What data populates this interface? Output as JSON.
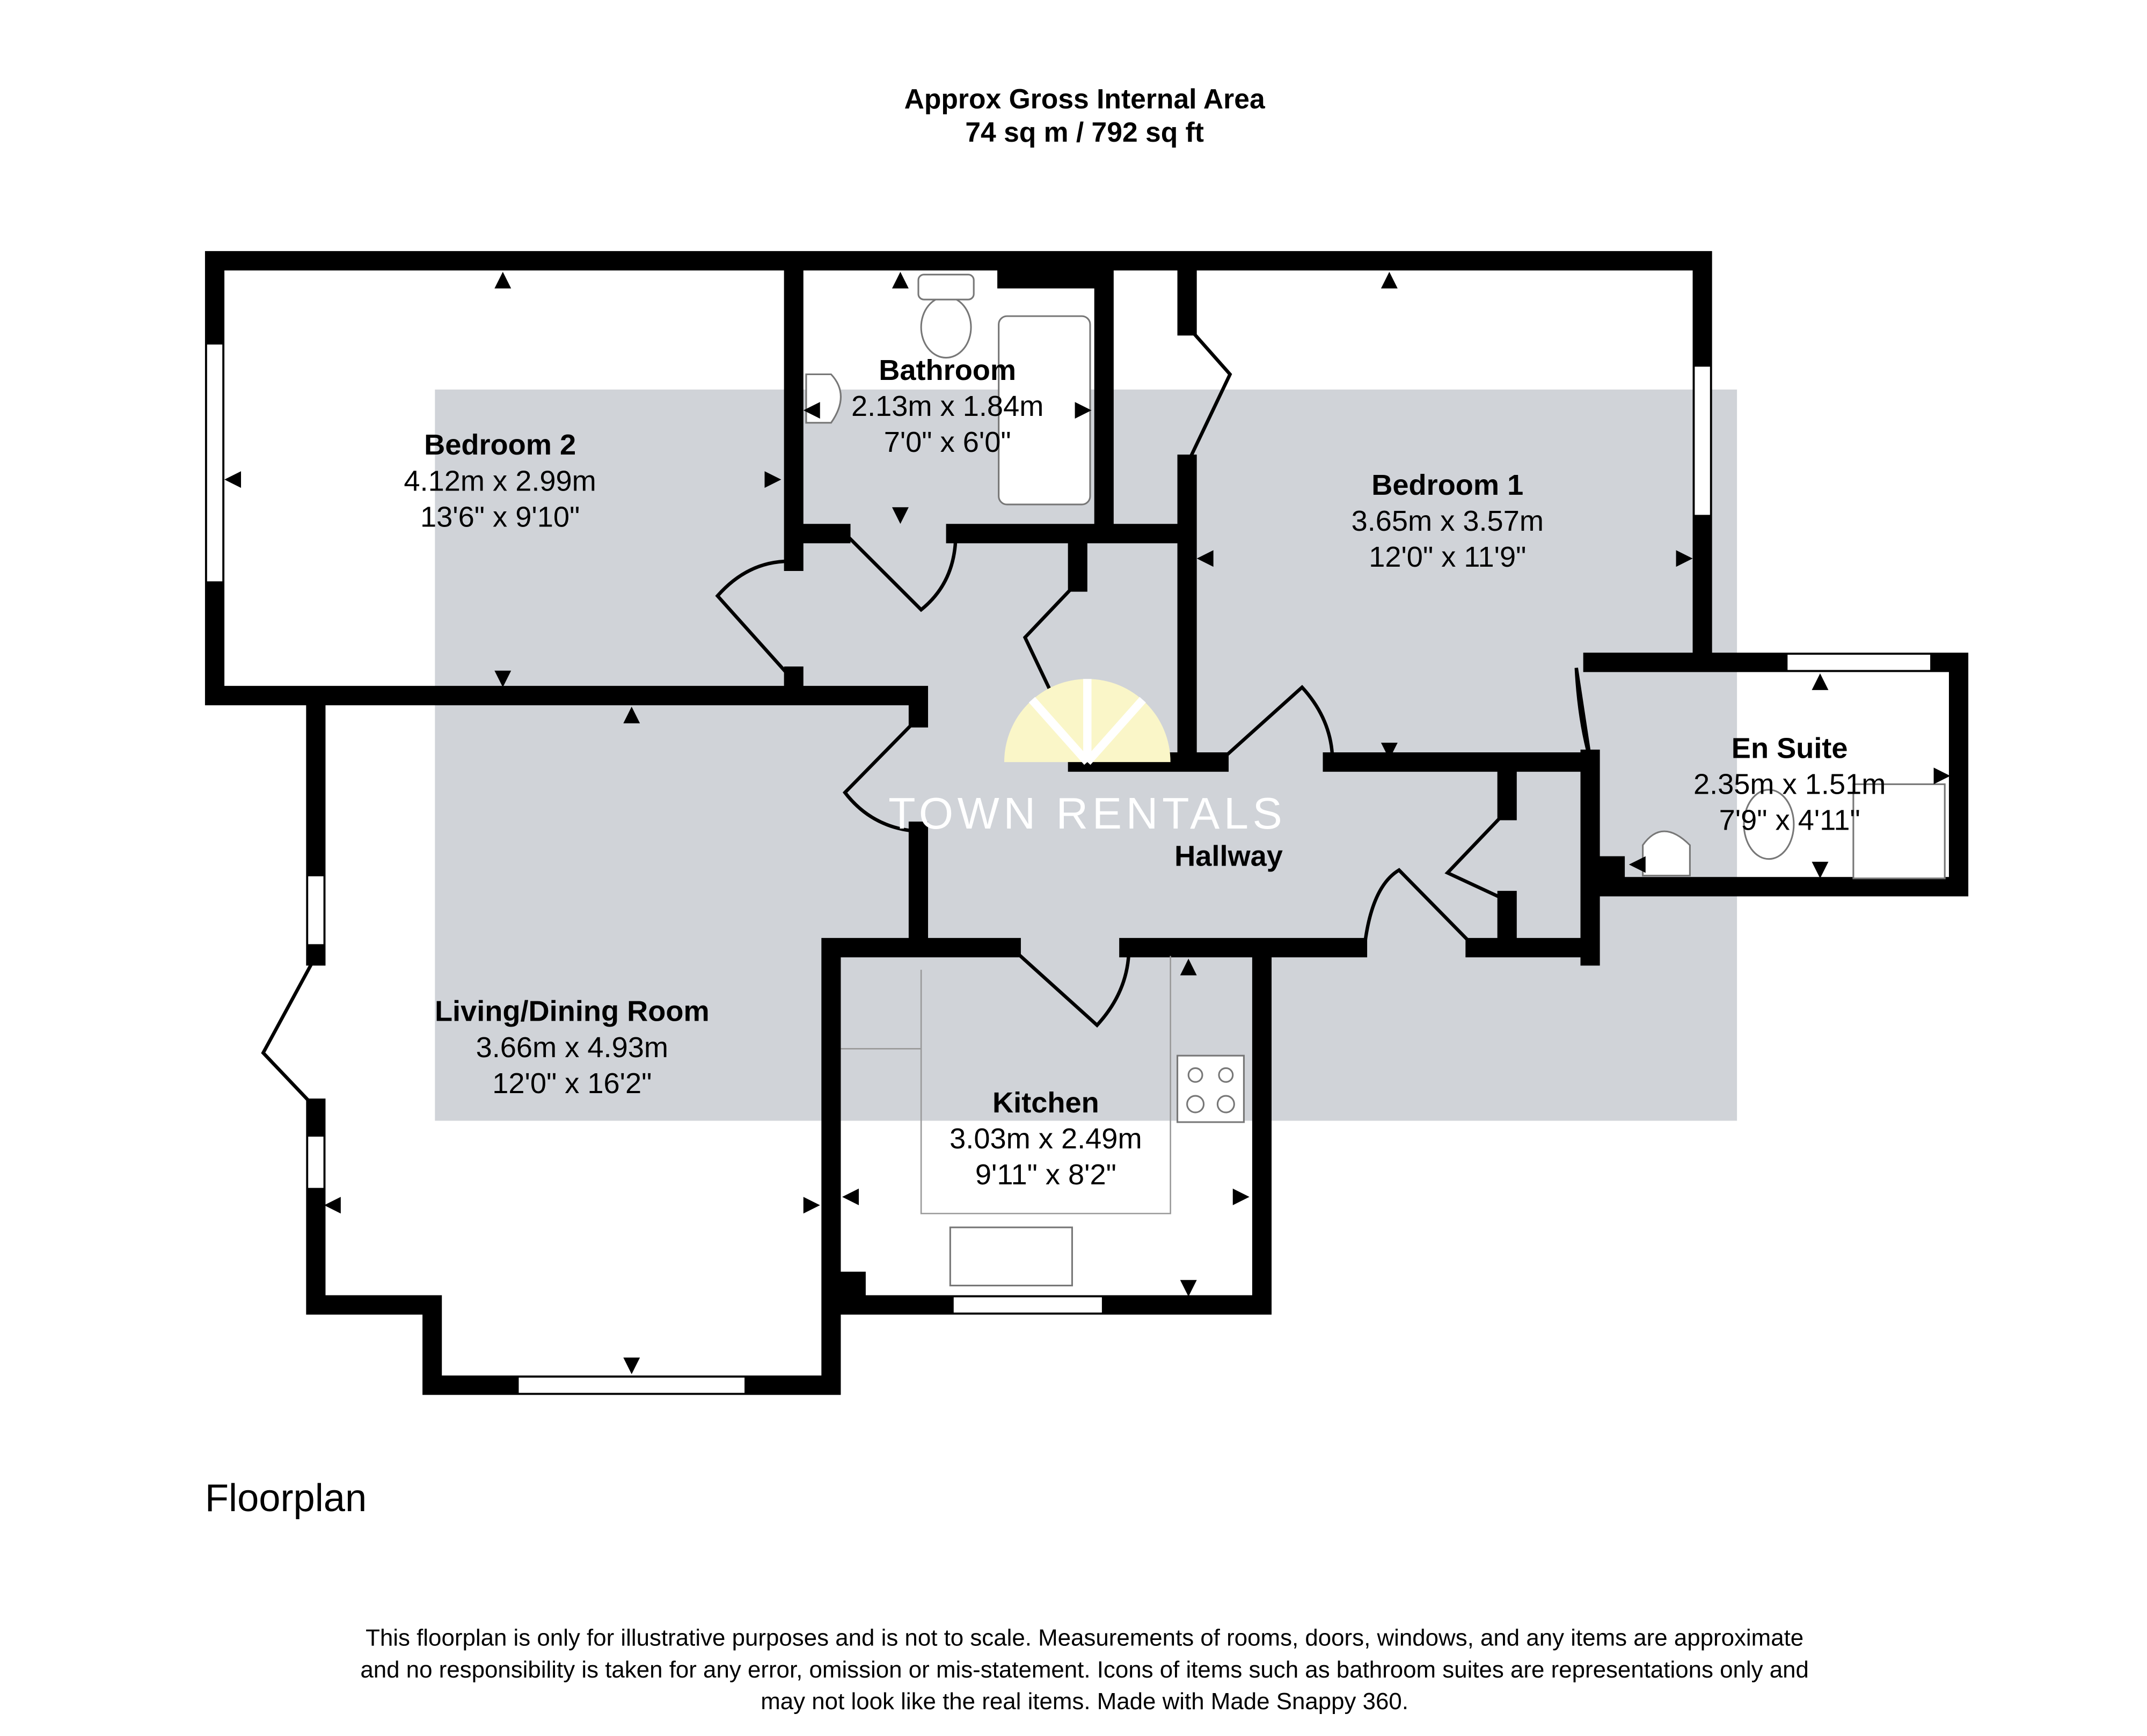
{
  "header": {
    "line1": "Approx Gross Internal Area",
    "line2": "74 sq m / 792 sq ft"
  },
  "rooms": [
    {
      "name": "Bedroom 2",
      "metric": "4.12m x 2.99m",
      "imperial": "13'6\" x 9'10\""
    },
    {
      "name": "Bathroom",
      "metric": "2.13m x 1.84m",
      "imperial": "7'0\" x 6'0\""
    },
    {
      "name": "Bedroom 1",
      "metric": "3.65m x 3.57m",
      "imperial": "12'0\" x 11'9\""
    },
    {
      "name": "En Suite",
      "metric": "2.35m x 1.51m",
      "imperial": "7'9\" x 4'11\""
    },
    {
      "name": "Hallway"
    },
    {
      "name": "Living/Dining Room",
      "metric": "3.66m x 4.93m",
      "imperial": "12'0\" x 16'2\""
    },
    {
      "name": "Kitchen",
      "metric": "3.03m x 2.49m",
      "imperial": "9'11\" x 8'2\""
    }
  ],
  "watermark": "TOWN RENTALS",
  "floor_label": "Floorplan",
  "disclaimer": [
    "This floorplan is only for illustrative purposes and is not to scale. Measurements of rooms, doors, windows, and any items are approximate",
    "and no responsibility is taken for any error, omission or mis-statement. Icons of items such as bathroom suites are representations only and",
    "may not look like the real items. Made with Made Snappy 360."
  ],
  "colors": {
    "overlay": "#d0d3d8",
    "watermark_sun": "#faf6c8"
  }
}
